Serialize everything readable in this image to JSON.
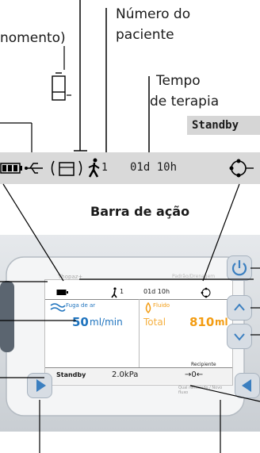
{
  "callouts": {
    "momento": "nomento)",
    "numero_paciente_1": "Número do",
    "numero_paciente_2": "paciente",
    "tempo_terapia_1": "Tempo",
    "tempo_terapia_2": "de terapia",
    "standby": "Standby",
    "barra_acao": "Barra de ação"
  },
  "status_bar": {
    "patient_number": "1",
    "therapy_time": "01d 10h"
  },
  "screen": {
    "title_left": "Thopaz+",
    "title_right": "Padrão/Drenagem",
    "patient_number": "1",
    "therapy_time": "01d 10h",
    "air_leak_label": "Fuga de ar",
    "air_leak_value": "50",
    "air_leak_unit": "ml/min",
    "fluid_label": "Fluido",
    "fluid_total_label": "Total",
    "fluid_value": "810",
    "fluid_unit": "ml",
    "footer_mode": "Standby",
    "footer_pressure": "2.0kPa",
    "footer_container_label": "Recipiente",
    "footer_container_value": "→0←",
    "footer_small_text": "Qual reiniciado / Novo fluxo"
  },
  "colors": {
    "status_bar_bg": "#d9d9d9",
    "air_leak_blue": "#1e73be",
    "fluid_orange": "#f39c12",
    "key_blue": "#3b7fc0"
  }
}
